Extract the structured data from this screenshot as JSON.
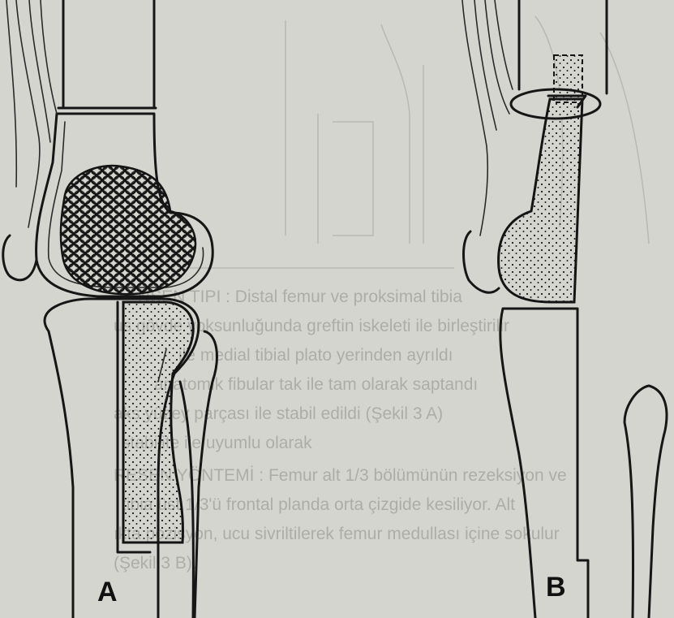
{
  "figure": {
    "label_a": "A",
    "label_b": "B"
  },
  "colors": {
    "paper": "#d5d5d0",
    "ink": "#161616",
    "bone_fill": "#e3e3de",
    "stipple": "#1b1b1b",
    "tumor_line": "#141414"
  },
  "icons": {
    "tumor": "cancellous-tumor-lesion",
    "graft": "stippled-bone-graft"
  }
}
